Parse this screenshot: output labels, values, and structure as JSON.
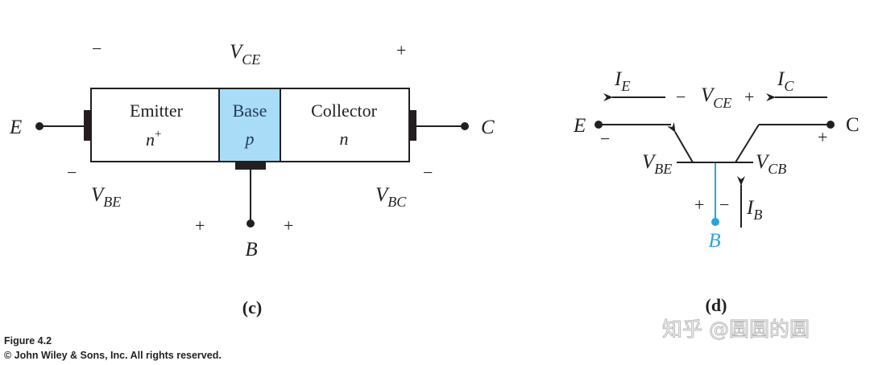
{
  "colors": {
    "ink": "#231f20",
    "base_fill": "#a9dcf6",
    "base_lead": "#2aa4dd"
  },
  "panel_c": {
    "caption": "(c)",
    "terminals": {
      "emitter": "E",
      "collector": "C",
      "base": "B"
    },
    "regions": [
      {
        "name": "Emitter",
        "doping": "n",
        "doping_sup": "+"
      },
      {
        "name": "Base",
        "doping": "p",
        "doping_sup": ""
      },
      {
        "name": "Collector",
        "doping": "n",
        "doping_sup": ""
      }
    ],
    "vce": {
      "v": "V",
      "sub": "CE",
      "left_sign": "−",
      "right_sign": "+"
    },
    "vbe": {
      "v": "V",
      "sub": "BE",
      "top_sign": "−",
      "bottom_sign": "+"
    },
    "vbc": {
      "v": "V",
      "sub": "BC",
      "top_sign": "−",
      "bottom_sign": "+"
    }
  },
  "panel_d": {
    "caption": "(d)",
    "terminals": {
      "emitter": "E",
      "collector": "C",
      "base": "B"
    },
    "ie": {
      "i": "I",
      "sub": "E"
    },
    "ic": {
      "i": "I",
      "sub": "C"
    },
    "ib": {
      "i": "I",
      "sub": "B"
    },
    "vce": {
      "minus": "−",
      "v": "V",
      "sub": "CE",
      "plus": "+"
    },
    "vbe": {
      "v": "V",
      "sub": "BE"
    },
    "vcb": {
      "v": "V",
      "sub": "CB"
    },
    "emitter_sign": "−",
    "collector_sign": "+",
    "base_plus": "+",
    "base_minus": "−"
  },
  "footer": {
    "figure": "Figure 4.2",
    "copyright": "© John Wiley & Sons, Inc. All rights reserved."
  },
  "watermark": "知乎 @圆圆的圆"
}
